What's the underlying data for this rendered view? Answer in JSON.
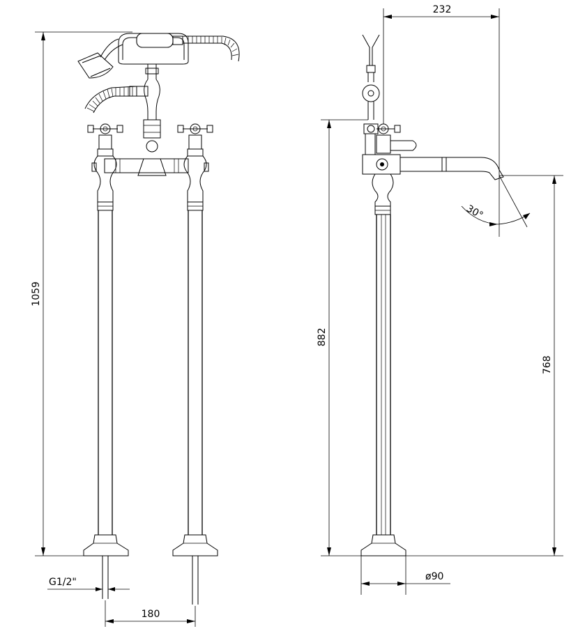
{
  "dimensions": {
    "overall_height": "1059",
    "side_height": "882",
    "spout_height": "768",
    "spout_reach": "232",
    "pipe_spacing": "180",
    "thread": "G1/2\"",
    "base_diameter": "ø90",
    "spout_angle": "30°"
  }
}
